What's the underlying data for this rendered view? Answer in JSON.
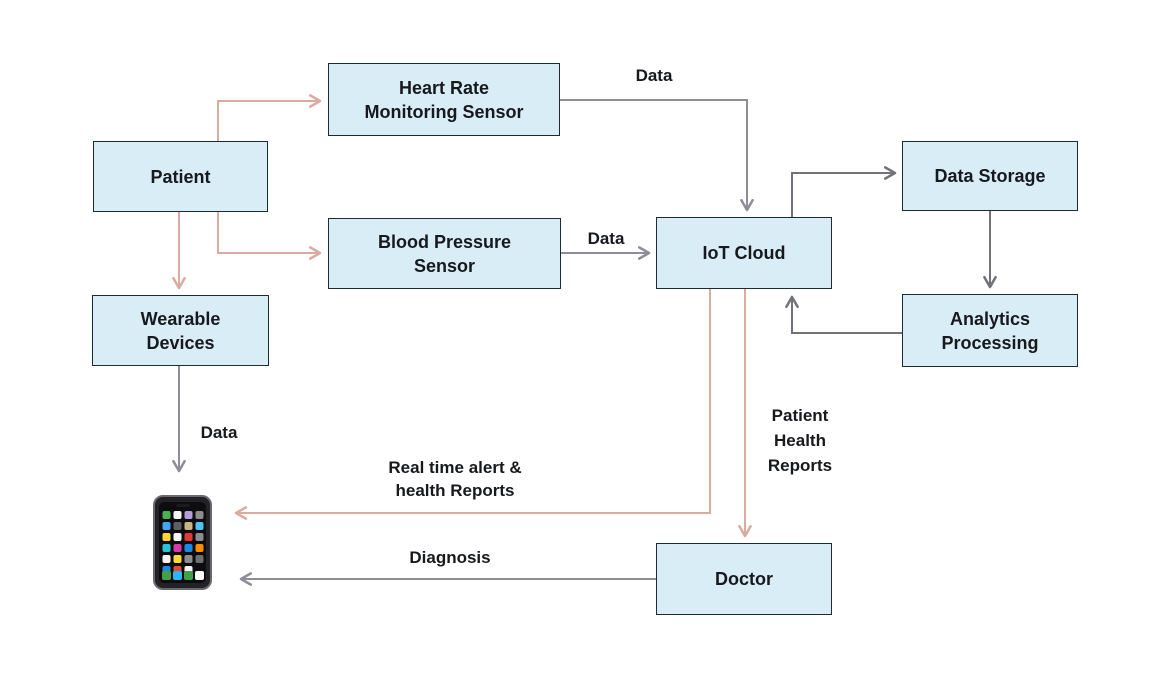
{
  "diagram": {
    "background_color": "#ffffff",
    "node_fill_color": "#d9edf7",
    "node_border_color": "#1d2b33",
    "text_color": "#17191c",
    "arrow_colors": {
      "salmon": "#dcab9f",
      "gray": "#8d8d9b",
      "dark_gray": "#72727a"
    },
    "nodes": {
      "patient": {
        "label": "Patient"
      },
      "heart_rate": {
        "label": "Heart Rate\nMonitoring Sensor"
      },
      "blood_pressure": {
        "label": "Blood Pressure\nSensor"
      },
      "wearable": {
        "label": "Wearable\nDevices"
      },
      "iot_cloud": {
        "label": "IoT Cloud"
      },
      "data_storage": {
        "label": "Data Storage"
      },
      "analytics": {
        "label": "Analytics\nProcessing"
      },
      "doctor": {
        "label": "Doctor"
      }
    },
    "edge_labels": {
      "heart_rate_to_cloud": "Data",
      "blood_pressure_to_cloud": "Data",
      "wearable_to_phone": "Data",
      "cloud_to_doctor": "Patient\nHealth\nReports",
      "cloud_to_phone": "Real time alert &\nhealth Reports",
      "doctor_to_phone": "Diagnosis"
    },
    "edges": [
      {
        "from": "Patient",
        "to": "Heart Rate Monitoring Sensor",
        "label": "",
        "color": "salmon"
      },
      {
        "from": "Patient",
        "to": "Blood Pressure Sensor",
        "label": "",
        "color": "salmon"
      },
      {
        "from": "Patient",
        "to": "Wearable Devices",
        "label": "",
        "color": "salmon"
      },
      {
        "from": "Heart Rate Monitoring Sensor",
        "to": "IoT Cloud",
        "label": "Data",
        "color": "gray"
      },
      {
        "from": "Blood Pressure Sensor",
        "to": "IoT Cloud",
        "label": "Data",
        "color": "gray"
      },
      {
        "from": "IoT Cloud",
        "to": "Data Storage",
        "label": "",
        "color": "dark_gray"
      },
      {
        "from": "Data Storage",
        "to": "Analytics Processing",
        "label": "",
        "color": "dark_gray"
      },
      {
        "from": "Analytics Processing",
        "to": "IoT Cloud",
        "label": "",
        "color": "dark_gray"
      },
      {
        "from": "Wearable Devices",
        "to": "Smartphone",
        "label": "Data",
        "color": "gray"
      },
      {
        "from": "IoT Cloud",
        "to": "Smartphone",
        "label": "Real time alert & health Reports",
        "color": "salmon"
      },
      {
        "from": "IoT Cloud",
        "to": "Doctor",
        "label": "Patient Health Reports",
        "color": "salmon"
      },
      {
        "from": "Doctor",
        "to": "Smartphone",
        "label": "Diagnosis",
        "color": "gray"
      }
    ]
  },
  "phone": {
    "body_color": "#232327",
    "frame_color": "#69696f",
    "screen_color": "#0d0d10",
    "app_grid": [
      "#4caf50",
      "#f5f5f5",
      "#b39ddb",
      "#8d8d8d",
      "#42a5f5",
      "#5f5f63",
      "#c9b57f",
      "#4fc3f7",
      "#fdd835",
      "#f5f5f5",
      "#e53935",
      "#8d8d8d",
      "#26c6da",
      "#d63ba6",
      "#1e88e5",
      "#fb8c00",
      "#f5f5f5",
      "#fdd835",
      "#8d8d8d",
      "#6f6f73",
      "#1e88e5",
      "#e64a2e",
      "#f5f5f5",
      ""
    ],
    "dock": [
      "#43a047",
      "#29b6f6",
      "#43a047",
      "#ffffff"
    ]
  }
}
